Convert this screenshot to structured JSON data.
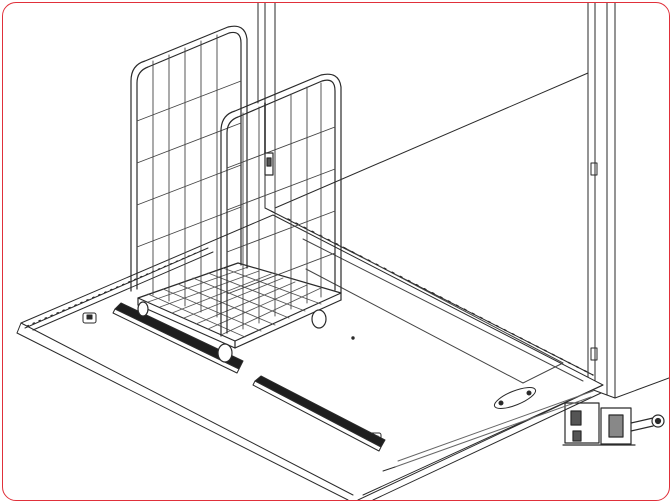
{
  "illustration": {
    "subject": "roll-cage-on-loading-platform",
    "colors": {
      "frame_border": "#e0303a",
      "line": "#2a2a2a",
      "line_light": "#9a9a9a",
      "rubber_bumper": "#1e1e1e",
      "background": "#ffffff"
    },
    "icons": [
      "roll-cage",
      "loading-ramp",
      "rubber-bumper",
      "wall-panel",
      "hinge-bracket"
    ]
  }
}
